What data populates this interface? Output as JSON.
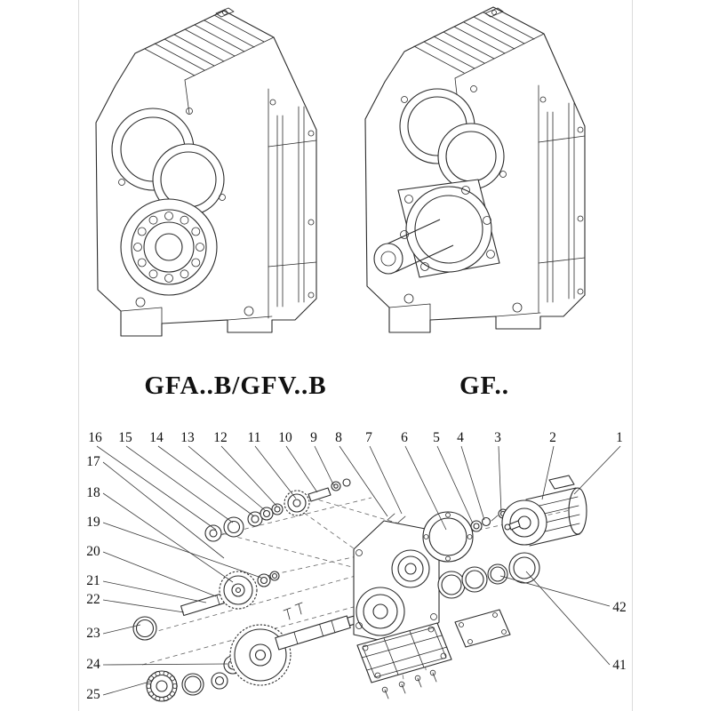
{
  "page": {
    "background": "#ffffff",
    "line_color": "#2b2b2b"
  },
  "models": {
    "left_label": "GFA..B/GFV..B",
    "right_label": "GF.."
  },
  "callouts": {
    "top": [
      "16",
      "15",
      "14",
      "13",
      "12",
      "11",
      "10",
      "9",
      "8",
      "7",
      "6",
      "5",
      "4",
      "3",
      "2",
      "1"
    ],
    "left": [
      "17",
      "18",
      "19",
      "20",
      "21",
      "22",
      "23",
      "24",
      "25"
    ],
    "right": [
      "42",
      "41"
    ]
  }
}
